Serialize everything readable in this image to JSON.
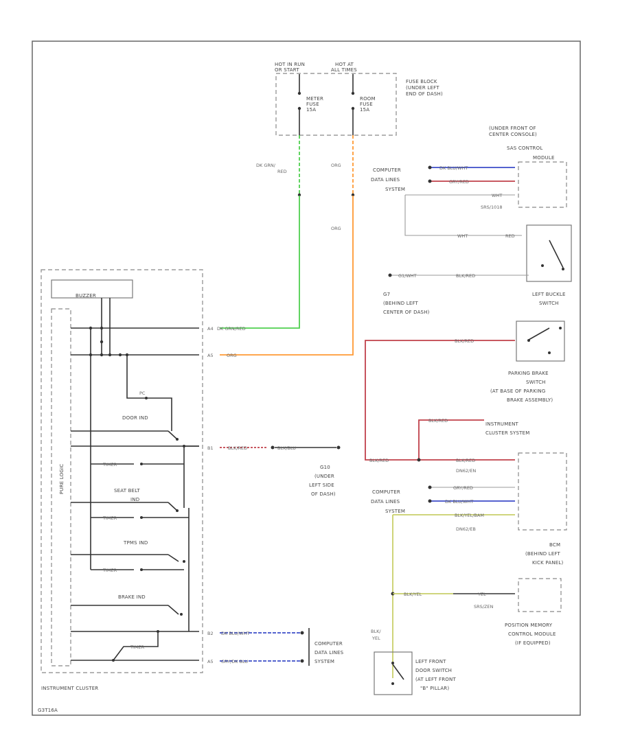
{
  "labels": {
    "hot_run": "HOT IN RUN",
    "hot_run2": "OR START",
    "hot_all": "HOT AT",
    "hot_all2": "ALL TIMES",
    "meter_fuse": [
      "METER",
      "FUSE",
      "15A"
    ],
    "room_fuse": [
      "ROOM",
      "FUSE",
      "15A"
    ],
    "fuse_block": [
      "FUSE BLOCK",
      "(UNDER LEFT",
      "END OF DASH)"
    ],
    "srs_loc": [
      "(UNDER FRONT OF",
      "CENTER CONSOLE)",
      "SAS CONTROL",
      "MODULE"
    ],
    "computer_data_lines_1": [
      "COMPUTER",
      "DATA LINES",
      "SYSTEM"
    ],
    "srs_wire1": "DK BLU/WHT",
    "srs_wire2": "GRY/RED",
    "srs_wire3": "WHT",
    "srs_conn": "SRS/1018",
    "wire_dkgrn_red": [
      "DK GRN/",
      "RED"
    ],
    "wire_org_1": "ORG",
    "wire_org_2": "ORG",
    "buckle_wire1": "WHT",
    "buckle_wire2": "RED",
    "ground_label": "G1/WHT",
    "ground_wire": "BLK/RED",
    "ground_loc": [
      "G7",
      "(BEHIND LEFT",
      "CENTER OF DASH)"
    ],
    "left_buckle": [
      "LEFT BUCKLE",
      "SWITCH"
    ],
    "buzzer": "BUZZER",
    "wire_dk_grn_red": "DK GRN/RED",
    "wire_dk_org": "ORG",
    "parking_wire": "BLK/RED",
    "parking_brake": [
      "PARKING BRAKE",
      "SWITCH",
      "(AT BASE OF PARKING",
      "BRAKE ASSEMBLY)"
    ],
    "instr_wire": "BLK/RED",
    "instr_cluster_sys": [
      "INSTRUMENT",
      "CLUSTER SYSTEM"
    ],
    "door_ind": "DOOR IND",
    "seat_belt_ind": [
      "SEAT BELT",
      "IND"
    ],
    "tpms_ind": "TPMS IND",
    "brake_ind": "BRAKE IND",
    "logic_label": "PURE LOGIC",
    "blk_wire": "BLK/RED",
    "g10_label": "BLK/BLU",
    "g10_loc": [
      "G10",
      "(UNDER",
      "LEFT SIDE",
      "OF DASH)"
    ],
    "g_wire_left": "BLK/RED",
    "conn_a": "DN62/EN",
    "computer_data_lines_2": [
      "COMPUTER",
      "DATA LINES",
      "SYSTEM"
    ],
    "cdl2_wire1": "GRY/RED",
    "cdl2_wire2": "DK BLU/WHT",
    "cdl2_wire3": "BLK/YEL/BAM",
    "conn_b": "DN62/EB",
    "bcm_loc": [
      "BCM",
      "(BEHIND LEFT",
      "KICK PANEL)"
    ],
    "pos_wire1": "BLK/YEL",
    "pos_wire2": "YEL",
    "pos_conn": "SRS/ZEN",
    "pos_module": [
      "POSITION MEMORY",
      "CONTROL MODULE",
      "(IF EQUIPPED)"
    ],
    "blk_yel": [
      "BLK/",
      "YEL"
    ],
    "bottom_wire1": "DK BLU/WHT",
    "bottom_wire2": "GRY/DK BLU",
    "computer_data_lines_3": [
      "COMPUTER",
      "DATA LINES",
      "SYSTEM"
    ],
    "left_front_door": [
      "LEFT FRONT",
      "DOOR SWITCH",
      "(AT LEFT FRONT",
      "\"B\" PILLAR)"
    ],
    "instrument_cluster": "INSTRUMENT CLUSTER",
    "diagram_id": "G3T16A",
    "tiny_pin": "TIMER",
    "ind_pin": "PC",
    "pin_a": "A4",
    "pin_b": "A5",
    "pin_c": "B1",
    "pin_d": "B2"
  },
  "colors": {
    "green_wire": "#4fcf4f",
    "orange_wire": "#ff9933",
    "red_wire": "#c0404a",
    "yellow_wire": "#c8cf6a",
    "blue_wire": "#3b4cc8"
  }
}
